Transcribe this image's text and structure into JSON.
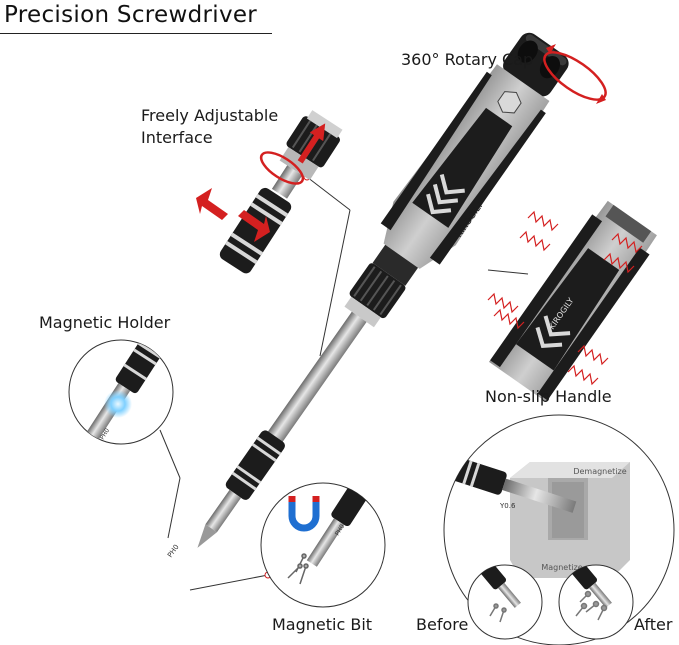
{
  "title": "Precision Screwdriver",
  "labels": {
    "rotary_cap": "360° Rotary Cap",
    "adjustable_line1": "Freely Adjustable",
    "adjustable_line2": "Interface",
    "magnetic_holder": "Magnetic Holder",
    "non_slip_handle": "Non-slip Handle",
    "magnetic_bit": "Magnetic Bit",
    "before": "Before",
    "after": "After"
  },
  "brand": "KIROGILY",
  "bit_markings": {
    "holder_bit": "PH0",
    "magnet_bit": "PH0",
    "tip_bit": "PH0",
    "demag_bit": "Y0.6"
  },
  "demagnetizer_text": {
    "top": "Demagnetize",
    "bottom": "Magnetize"
  },
  "colors": {
    "handle_gray": "#b9b9b9",
    "handle_black": "#1c1c1c",
    "accent_red": "#d42020",
    "magnet_blue": "#1f6fd1",
    "glow_blue": "#7fd0ff"
  }
}
